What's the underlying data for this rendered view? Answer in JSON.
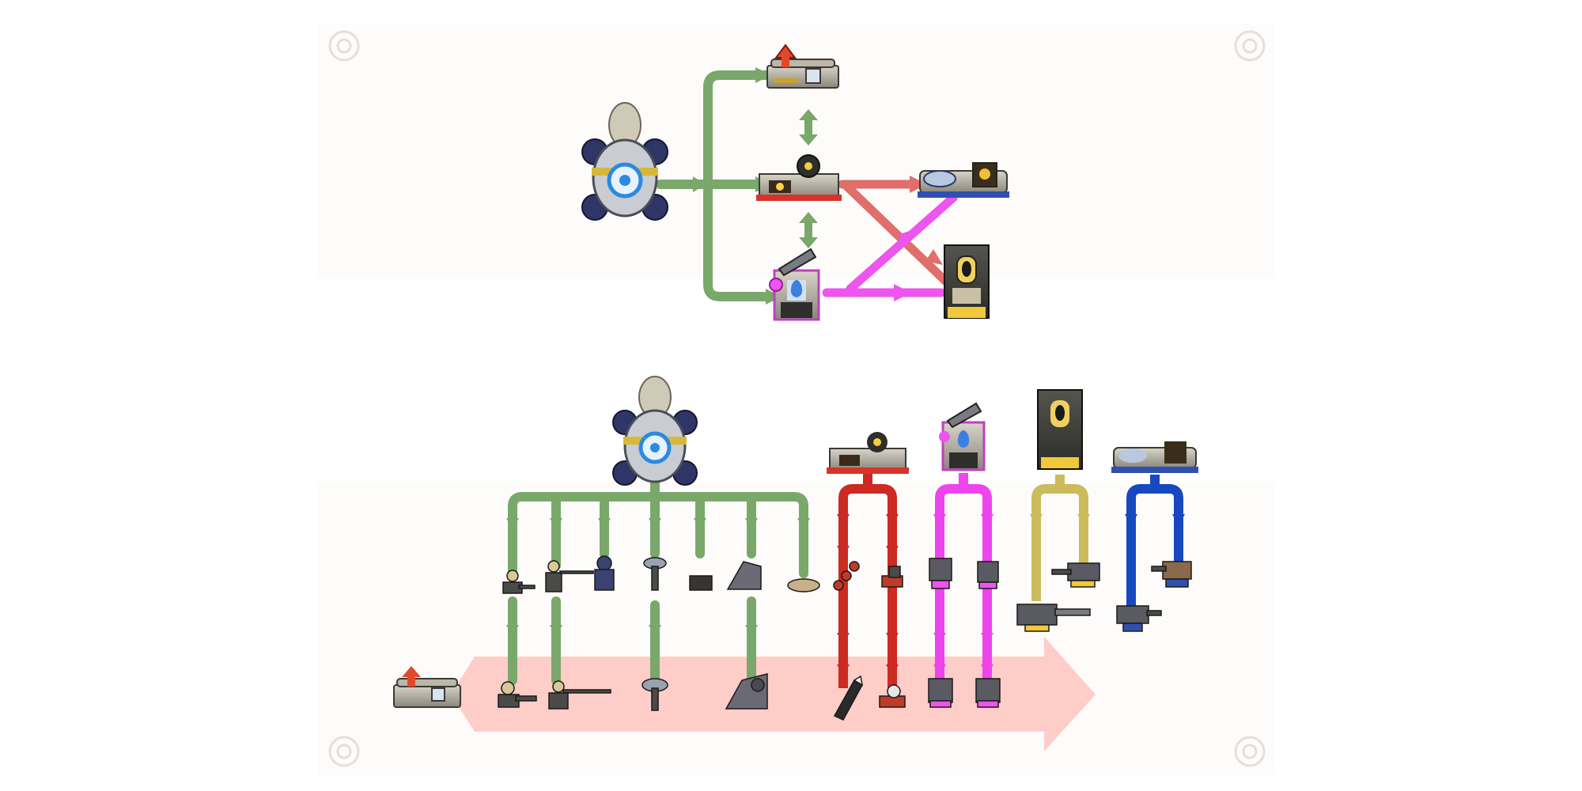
{
  "diagram": {
    "title": "",
    "top_section": {
      "nodes": [
        {
          "id": "core",
          "icon": "reactor-core-icon"
        },
        {
          "id": "hq",
          "icon": "headquarters-building-icon"
        },
        {
          "id": "workshop",
          "icon": "bomb-workshop-icon"
        },
        {
          "id": "lab",
          "icon": "chemistry-lab-icon"
        },
        {
          "id": "factory",
          "icon": "vehicle-factory-icon"
        },
        {
          "id": "tower",
          "icon": "armory-tower-icon"
        }
      ],
      "edges": [
        {
          "from": "core",
          "to": "hq",
          "color": "#79a86a"
        },
        {
          "from": "core",
          "to": "workshop",
          "color": "#79a86a"
        },
        {
          "from": "core",
          "to": "lab",
          "color": "#79a86a"
        },
        {
          "from": "hq",
          "to": "workshop",
          "color": "#79a86a",
          "bidirectional": true
        },
        {
          "from": "workshop",
          "to": "lab",
          "color": "#79a86a",
          "bidirectional": true
        },
        {
          "from": "workshop",
          "to": "factory",
          "color": "#e06e6a"
        },
        {
          "from": "workshop",
          "to": "tower",
          "color": "#e06e6a"
        },
        {
          "from": "lab",
          "to": "factory",
          "color": "#ee55ee"
        },
        {
          "from": "lab",
          "to": "tower",
          "color": "#ee55ee"
        }
      ]
    },
    "bottom_section": {
      "groups": [
        {
          "id": "green",
          "source": "reactor-core-icon",
          "color": "#79a86a",
          "tier1": [
            "machine-gunner-icon",
            "sniper-icon",
            "bear-trooper-icon",
            "radar-dish-icon",
            "supply-crate-icon",
            "mortar-icon",
            "sandbag-icon"
          ],
          "tier2": [
            "heavy-gunner-icon",
            "heavy-sniper-icon",
            "tesla-dish-icon",
            "heavy-mortar-icon"
          ]
        },
        {
          "id": "red",
          "source": "bomb-workshop-icon",
          "color": "#cc2a22",
          "tier1": [
            "landmine-chain-icon",
            "rocket-launcher-icon"
          ],
          "tier2": [
            "missile-icon",
            "bomb-launcher-icon"
          ]
        },
        {
          "id": "magenta",
          "source": "chemistry-lab-icon",
          "color": "#ee44ee",
          "tier1": [
            "chem-robot-icon",
            "flame-robot-icon"
          ],
          "tier2": [
            "heavy-chem-robot-icon",
            "heavy-flame-robot-icon"
          ]
        },
        {
          "id": "yellow",
          "source": "armory-tower-icon",
          "color": "#cbbb5c",
          "tier1": [
            "heavy-cannon-icon",
            "gatling-gun-icon"
          ]
        },
        {
          "id": "blue",
          "source": "vehicle-factory-icon",
          "color": "#1848c0",
          "tier1": [
            "walker-mech-icon",
            "rapid-turret-icon"
          ]
        }
      ],
      "upgrade_arrow": {
        "icon": "headquarters-building-icon",
        "color": "#ffc8c2"
      }
    }
  }
}
